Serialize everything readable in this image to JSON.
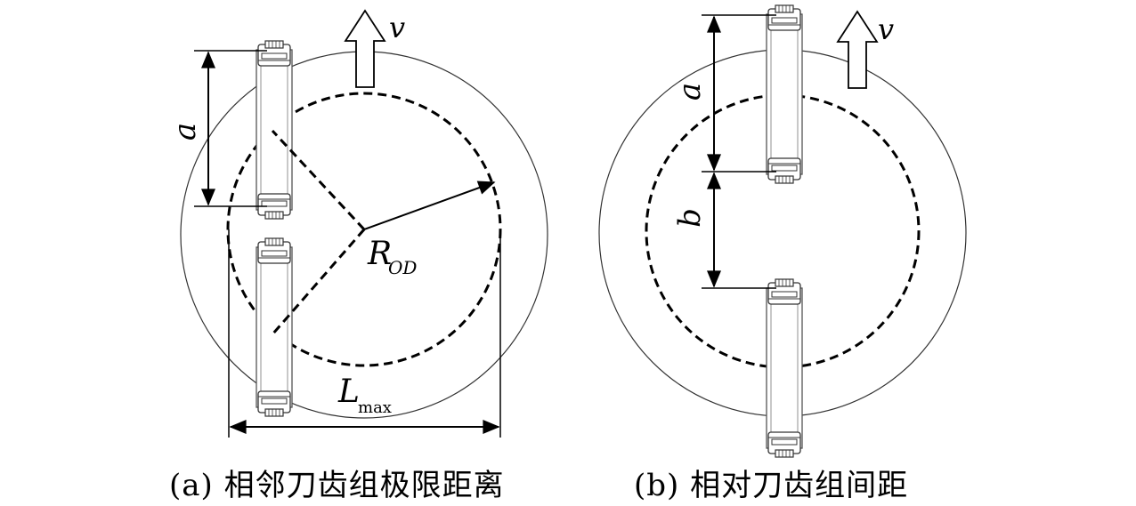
{
  "panel_a": {
    "caption": "(a) 相邻刀齿组极限距离",
    "label_a": "a",
    "label_v": "v",
    "label_R": "R",
    "label_R_sub": "OD",
    "label_L": "L",
    "label_L_sub": "max"
  },
  "panel_b": {
    "caption": "(b) 相对刀齿组间距",
    "label_a": "a",
    "label_b": "b",
    "label_v": "v"
  }
}
